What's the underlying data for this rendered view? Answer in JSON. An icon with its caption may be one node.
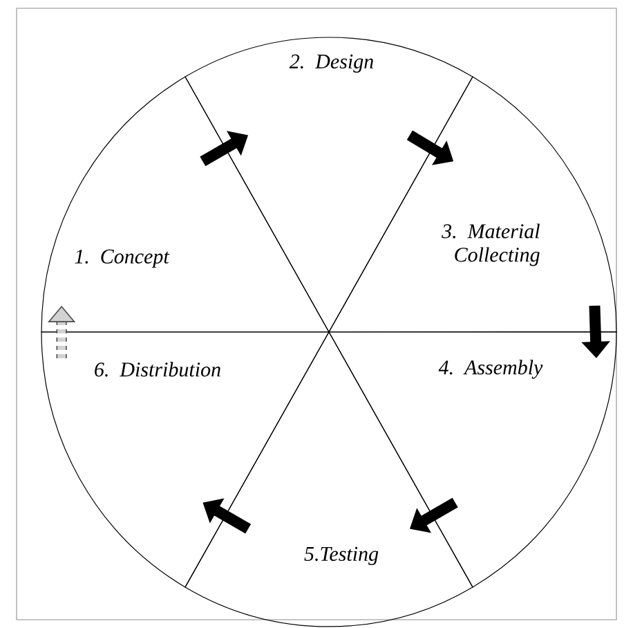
{
  "diagram": {
    "nodes": [
      {
        "text": [
          "1. Concept"
        ]
      },
      {
        "text": [
          "2. Design"
        ]
      },
      {
        "text": [
          "3. Material Collecting"
        ]
      },
      {
        "text": [
          "4. Assembly"
        ]
      },
      {
        "text": [
          "5.Testing"
        ]
      },
      {
        "text": [
          "6. Distribution"
        ]
      }
    ],
    "edges": [
      {
        "from": 0,
        "to": 1,
        "arrow": "to"
      },
      {
        "from": 1,
        "to": 2,
        "arrow": "to"
      },
      {
        "from": 2,
        "to": 3,
        "arrow": "to"
      },
      {
        "from": 3,
        "to": 4,
        "arrow": "to"
      },
      {
        "from": 4,
        "to": 5,
        "arrow": "to"
      },
      {
        "from": 5,
        "to": 0,
        "arrow": "to",
        "style": "dashed"
      }
    ]
  }
}
